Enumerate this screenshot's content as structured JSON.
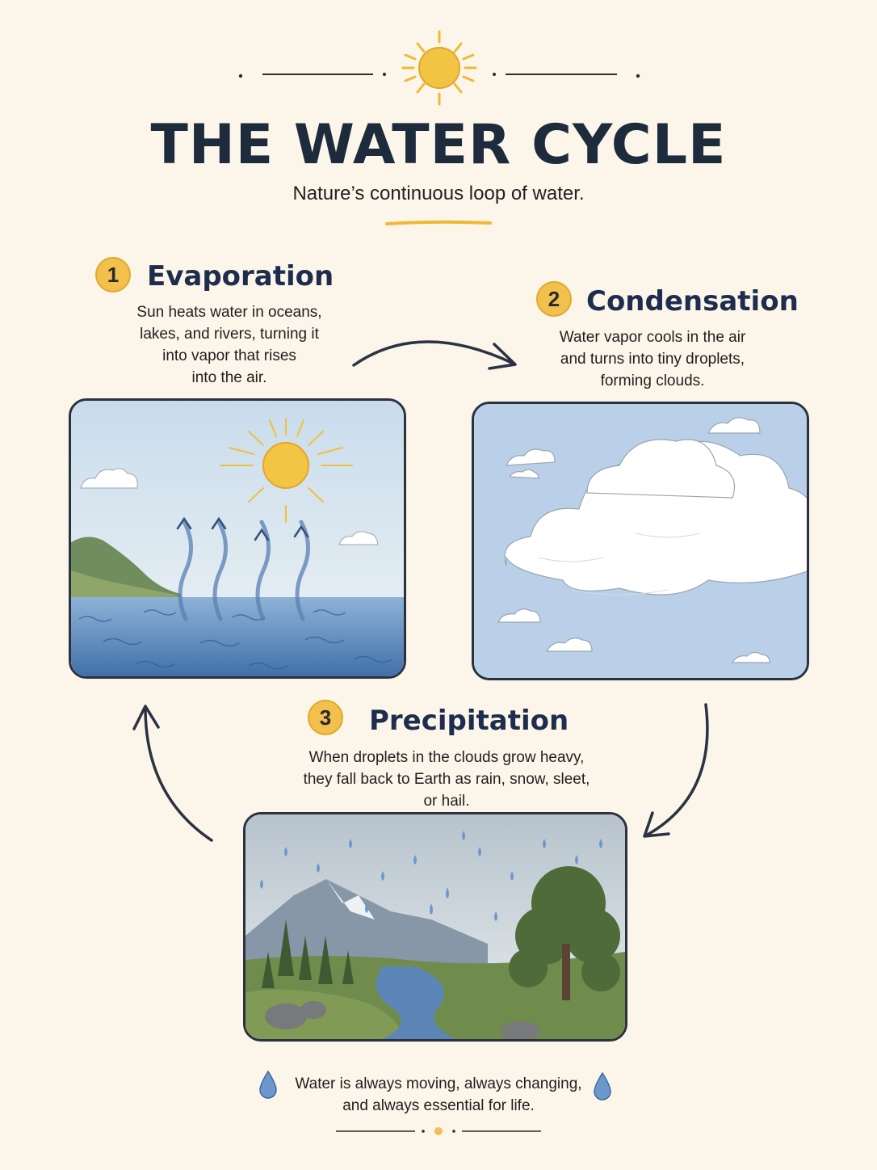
{
  "header": {
    "title": "THE WATER CYCLE",
    "subtitle": "Nature’s continuous loop of water."
  },
  "steps": [
    {
      "number": "1",
      "title": "Evaporation",
      "lines": [
        "Sun heats water in oceans,",
        "lakes, and rivers, turning it",
        "into vapor that rises",
        "into the air."
      ]
    },
    {
      "number": "2",
      "title": "Condensation",
      "lines": [
        "Water vapor cools in the air",
        "and turns into tiny droplets,",
        "forming clouds."
      ]
    },
    {
      "number": "3",
      "title": "Precipitation",
      "lines": [
        "When droplets in the clouds grow heavy,",
        "they fall back to Earth as rain, snow, sleet,",
        "or hail."
      ]
    }
  ],
  "footer": {
    "lines": [
      "Water is always moving, always changing,",
      "and always essential for life."
    ]
  },
  "colors": {
    "accent": "#f2c04d",
    "ink": "#1e2d4e",
    "water": "#4d7fb8",
    "background": "#fbf6e9"
  },
  "icons": [
    "sun-icon",
    "arrow-icon",
    "water-drop-icon"
  ]
}
